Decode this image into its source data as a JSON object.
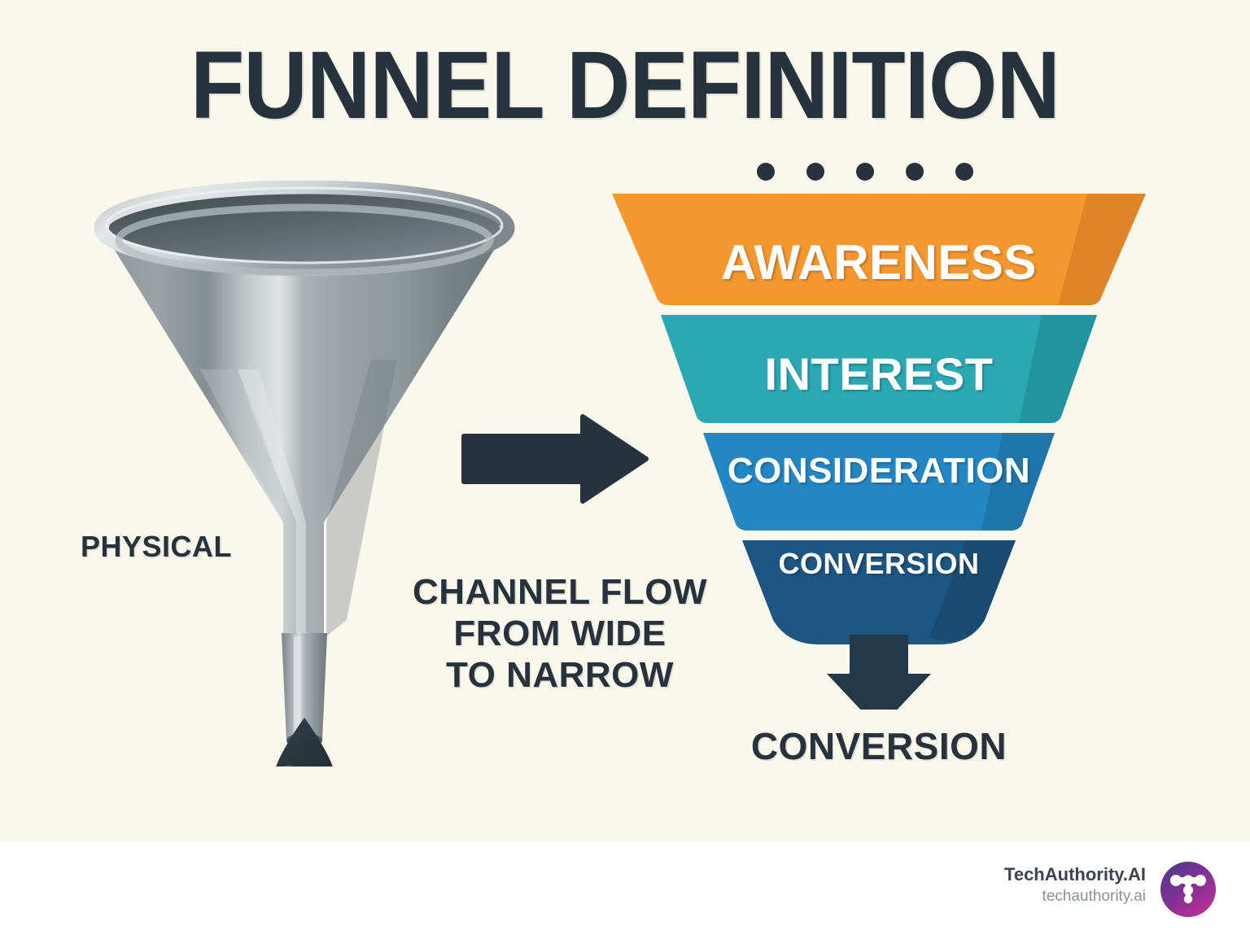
{
  "title": "FUNNEL DEFINITION",
  "decor": {
    "dots_count": 5,
    "dot_color": "#26323c"
  },
  "left": {
    "label": "PHYSICAL",
    "icon": "metal-funnel-with-droplet"
  },
  "center": {
    "arrow_icon": "right-arrow-icon",
    "caption_line1": "CHANNEL FLOW",
    "caption_line2": "FROM WIDE",
    "caption_line3": "TO NARROW"
  },
  "funnel": {
    "stages": [
      {
        "label": "AWARENESS",
        "color": "#f5972f",
        "shade": "#e0842a"
      },
      {
        "label": "INTEREST",
        "color": "#2ba8b4",
        "shade": "#2294a0"
      },
      {
        "label": "CONSIDERATION",
        "color": "#2387c4",
        "shade": "#1f76ad"
      },
      {
        "label": "CONVERSION",
        "color": "#1d5683",
        "shade": "#1a4b73"
      }
    ],
    "outflow_arrow_icon": "down-arrow-icon",
    "outflow_label": "CONVERSION",
    "outflow_color": "#23394a"
  },
  "footer": {
    "brand_name": "TechAuthority.AI",
    "brand_url": "techauthority.ai",
    "logo_icon": "techauthority-t-logo",
    "logo_gradient_start": "#4b3a8f",
    "logo_gradient_end": "#c0339a"
  },
  "colors": {
    "background": "#faf7ed",
    "footer_background": "#ffffff",
    "ink": "#26323c"
  }
}
